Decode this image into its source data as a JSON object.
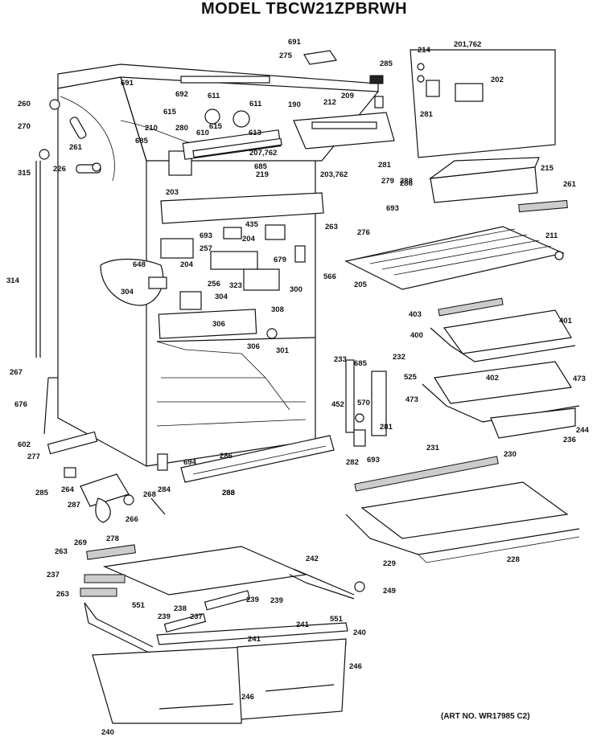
{
  "title": "MODEL TBCW21ZPBRWH",
  "art_number": "(ART NO. WR17985 C2)",
  "callouts": [
    "691",
    "275",
    "285",
    "214",
    "201,762",
    "202",
    "691",
    "692",
    "611",
    "611",
    "190",
    "212",
    "209",
    "260",
    "270",
    "281",
    "615",
    "615",
    "210",
    "280",
    "610",
    "613",
    "288",
    "685",
    "261",
    "207,762",
    "685",
    "315",
    "226",
    "219",
    "281",
    "203,762",
    "279",
    "286",
    "215",
    "261",
    "203",
    "263",
    "276",
    "693",
    "435",
    "211",
    "693",
    "204",
    "257",
    "648",
    "679",
    "204",
    "323",
    "300",
    "566",
    "205",
    "314",
    "256",
    "304",
    "304",
    "308",
    "403",
    "401",
    "306",
    "306",
    "301",
    "400",
    "233",
    "685",
    "232",
    "267",
    "525",
    "402",
    "473",
    "452",
    "570",
    "473",
    "676",
    "244",
    "281",
    "236",
    "602",
    "286",
    "694",
    "288",
    "282",
    "693",
    "277",
    "284",
    "231",
    "230",
    "285",
    "264",
    "287",
    "268",
    "266",
    "288",
    "229",
    "228",
    "269",
    "278",
    "263",
    "242",
    "237",
    "249",
    "263",
    "551",
    "238",
    "239",
    "239",
    "237",
    "241",
    "551",
    "239",
    "240",
    "241",
    "246",
    "246",
    "240"
  ]
}
